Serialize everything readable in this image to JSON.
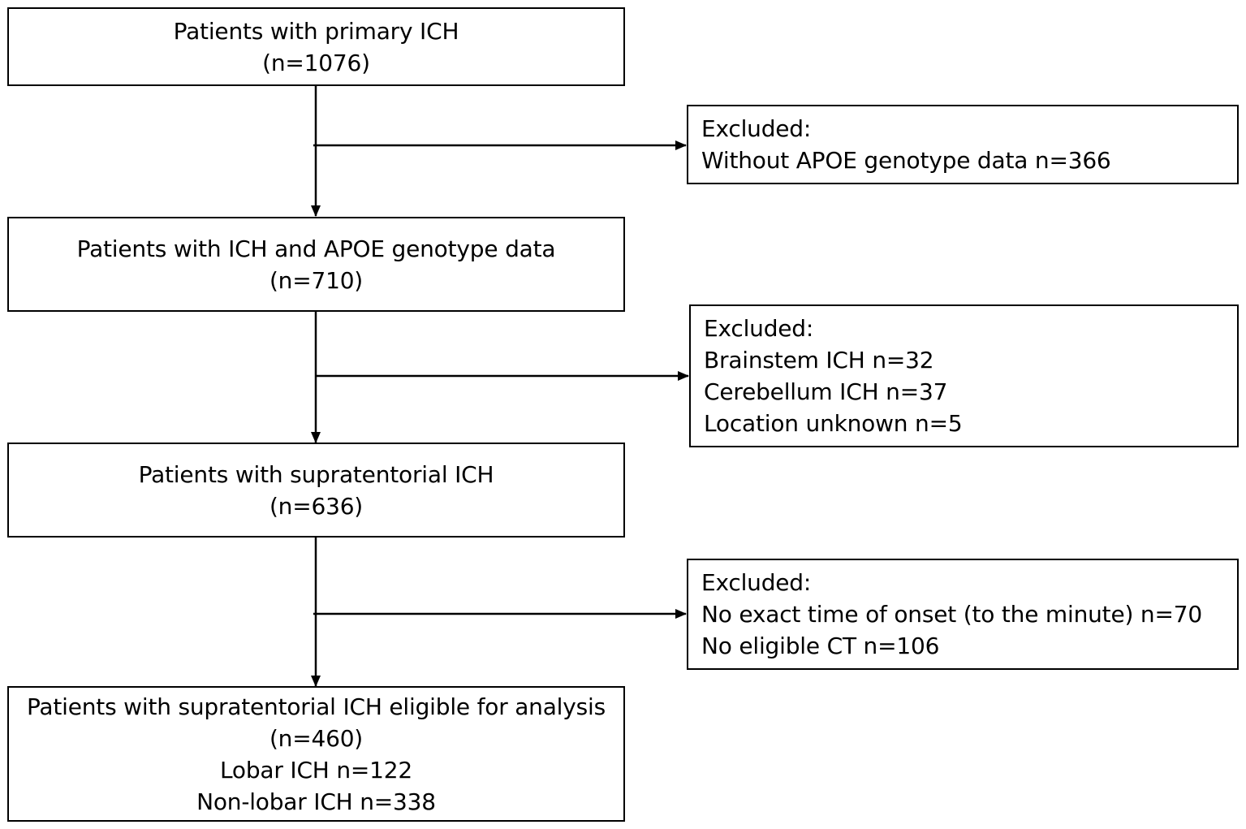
{
  "flowchart": {
    "step1": {
      "title": "Patients with primary ICH",
      "count": "(n=1076)"
    },
    "exclusion1": {
      "heading": "Excluded:",
      "items": [
        "Without APOE genotype data n=366"
      ]
    },
    "step2": {
      "title": "Patients with ICH and APOE genotype data",
      "count": "(n=710)"
    },
    "exclusion2": {
      "heading": "Excluded:",
      "items": [
        "Brainstem ICH n=32",
        "Cerebellum ICH n=37",
        "Location unknown n=5"
      ]
    },
    "step3": {
      "title": "Patients with supratentorial ICH",
      "count": "(n=636)"
    },
    "exclusion3": {
      "heading": "Excluded:",
      "items": [
        "No exact time of onset (to the minute) n=70",
        "No eligible CT n=106"
      ]
    },
    "step4": {
      "title": "Patients with supratentorial ICH eligible for analysis",
      "count": "(n=460)",
      "subgroups": [
        "Lobar ICH n=122",
        "Non-lobar ICH n=338"
      ]
    }
  }
}
